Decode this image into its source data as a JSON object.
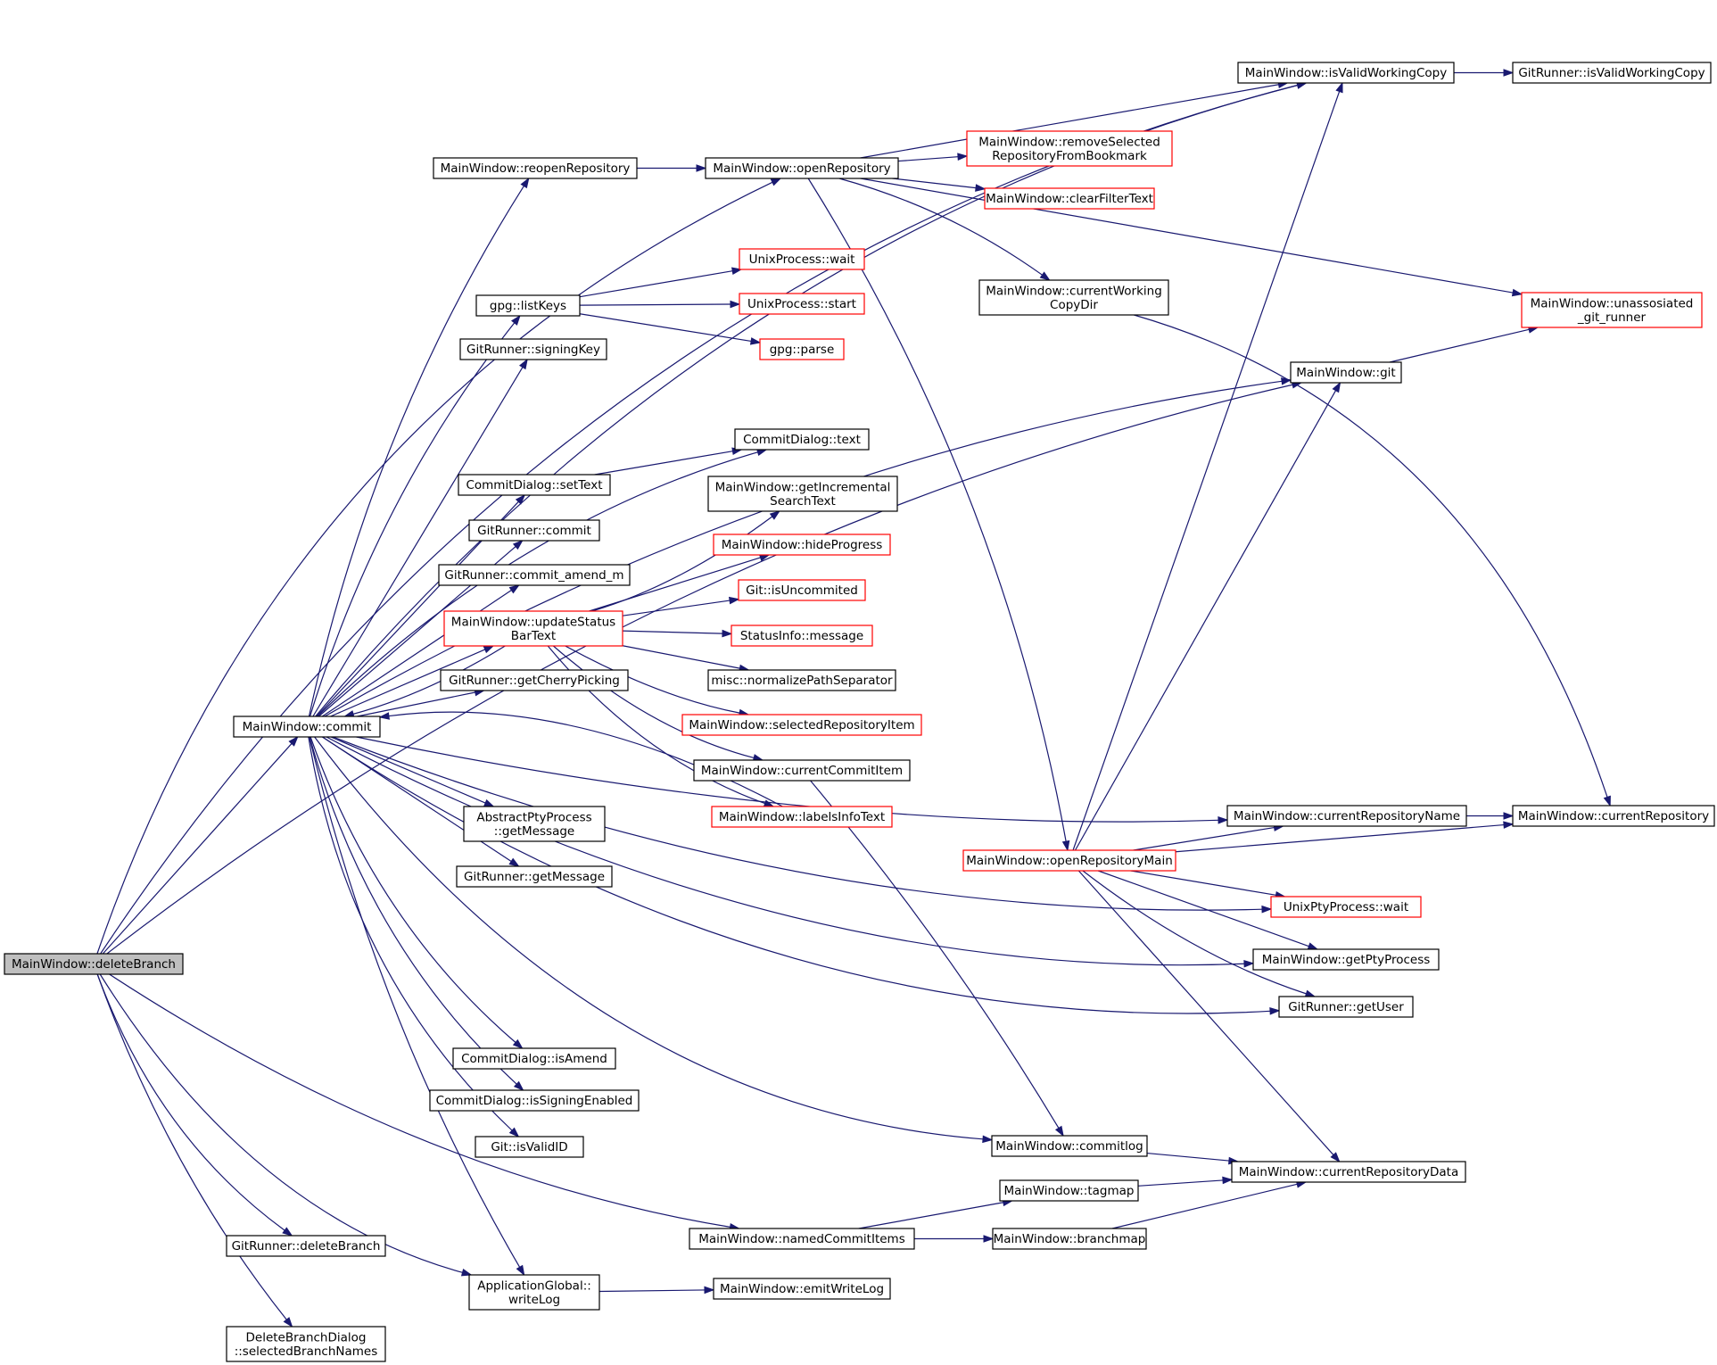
{
  "nodes": {
    "deleteBranch": {
      "lines": [
        "MainWindow::deleteBranch"
      ],
      "style": "root"
    },
    "commit": {
      "lines": [
        "MainWindow::commit"
      ],
      "style": "normal"
    },
    "gitrunner_deleteBranch": {
      "lines": [
        "GitRunner::deleteBranch"
      ],
      "style": "normal"
    },
    "writeLog": {
      "lines": [
        "ApplicationGlobal::",
        "writeLog"
      ],
      "style": "normal"
    },
    "selectedBranchNames": {
      "lines": [
        "DeleteBranchDialog",
        "::selectedBranchNames"
      ],
      "style": "normal"
    },
    "reopenRepository": {
      "lines": [
        "MainWindow::reopenRepository"
      ],
      "style": "normal"
    },
    "listKeys": {
      "lines": [
        "gpg::listKeys"
      ],
      "style": "normal"
    },
    "signingKey": {
      "lines": [
        "GitRunner::signingKey"
      ],
      "style": "normal"
    },
    "setText": {
      "lines": [
        "CommitDialog::setText"
      ],
      "style": "normal"
    },
    "gitrunner_commit": {
      "lines": [
        "GitRunner::commit"
      ],
      "style": "normal"
    },
    "commit_amend_m": {
      "lines": [
        "GitRunner::commit_amend_m"
      ],
      "style": "normal"
    },
    "updateStatusBarText": {
      "lines": [
        "MainWindow::updateStatus",
        "BarText"
      ],
      "style": "red"
    },
    "getCherryPicking": {
      "lines": [
        "GitRunner::getCherryPicking"
      ],
      "style": "normal"
    },
    "abstract_getMessage": {
      "lines": [
        "AbstractPtyProcess",
        "::getMessage"
      ],
      "style": "normal"
    },
    "gitrunner_getMessage": {
      "lines": [
        "GitRunner::getMessage"
      ],
      "style": "normal"
    },
    "isAmend": {
      "lines": [
        "CommitDialog::isAmend"
      ],
      "style": "normal"
    },
    "isSigningEnabled": {
      "lines": [
        "CommitDialog::isSigningEnabled"
      ],
      "style": "normal"
    },
    "isValidID": {
      "lines": [
        "Git::isValidID"
      ],
      "style": "normal"
    },
    "openRepository": {
      "lines": [
        "MainWindow::openRepository"
      ],
      "style": "normal"
    },
    "unix_wait": {
      "lines": [
        "UnixProcess::wait"
      ],
      "style": "red"
    },
    "unix_start": {
      "lines": [
        "UnixProcess::start"
      ],
      "style": "red"
    },
    "gpg_parse": {
      "lines": [
        "gpg::parse"
      ],
      "style": "red"
    },
    "dialog_text": {
      "lines": [
        "CommitDialog::text"
      ],
      "style": "normal"
    },
    "getIncrementalSearchText": {
      "lines": [
        "MainWindow::getIncremental",
        "SearchText"
      ],
      "style": "normal"
    },
    "hideProgress": {
      "lines": [
        "MainWindow::hideProgress"
      ],
      "style": "red"
    },
    "isUncommited": {
      "lines": [
        "Git::isUncommited"
      ],
      "style": "red"
    },
    "status_message": {
      "lines": [
        "StatusInfo::message"
      ],
      "style": "red"
    },
    "normalizePathSeparator": {
      "lines": [
        "misc::normalizePathSeparator"
      ],
      "style": "normal"
    },
    "selectedRepositoryItem": {
      "lines": [
        "MainWindow::selectedRepositoryItem"
      ],
      "style": "red"
    },
    "currentCommitItem": {
      "lines": [
        "MainWindow::currentCommitItem"
      ],
      "style": "normal"
    },
    "labelsInfoText": {
      "lines": [
        "MainWindow::labelsInfoText"
      ],
      "style": "red"
    },
    "namedCommitItems": {
      "lines": [
        "MainWindow::namedCommitItems"
      ],
      "style": "normal"
    },
    "emitWriteLog": {
      "lines": [
        "MainWindow::emitWriteLog"
      ],
      "style": "normal"
    },
    "removeSelected": {
      "lines": [
        "MainWindow::removeSelected",
        "RepositoryFromBookmark"
      ],
      "style": "red"
    },
    "clearFilterText": {
      "lines": [
        "MainWindow::clearFilterText"
      ],
      "style": "red"
    },
    "currentWorkingCopyDir": {
      "lines": [
        "MainWindow::currentWorking",
        "CopyDir"
      ],
      "style": "normal"
    },
    "openRepositoryMain": {
      "lines": [
        "MainWindow::openRepositoryMain"
      ],
      "style": "red"
    },
    "commitlog": {
      "lines": [
        "MainWindow::commitlog"
      ],
      "style": "normal"
    },
    "tagmap": {
      "lines": [
        "MainWindow::tagmap"
      ],
      "style": "normal"
    },
    "branchmap": {
      "lines": [
        "MainWindow::branchmap"
      ],
      "style": "normal"
    },
    "mw_isValidWorkingCopy": {
      "lines": [
        "MainWindow::isValidWorkingCopy"
      ],
      "style": "normal"
    },
    "mw_git": {
      "lines": [
        "MainWindow::git"
      ],
      "style": "normal"
    },
    "currentRepositoryName": {
      "lines": [
        "MainWindow::currentRepositoryName"
      ],
      "style": "normal"
    },
    "pty_wait": {
      "lines": [
        "UnixPtyProcess::wait"
      ],
      "style": "red"
    },
    "getPtyProcess": {
      "lines": [
        "MainWindow::getPtyProcess"
      ],
      "style": "normal"
    },
    "getUser": {
      "lines": [
        "GitRunner::getUser"
      ],
      "style": "normal"
    },
    "currentRepositoryData": {
      "lines": [
        "MainWindow::currentRepositoryData"
      ],
      "style": "normal"
    },
    "gr_isValidWorkingCopy": {
      "lines": [
        "GitRunner::isValidWorkingCopy"
      ],
      "style": "normal"
    },
    "unassosiated_git_runner": {
      "lines": [
        "MainWindow::unassosiated",
        "_git_runner"
      ],
      "style": "red"
    },
    "currentRepository": {
      "lines": [
        "MainWindow::currentRepository"
      ],
      "style": "normal"
    }
  },
  "edges": [
    [
      "deleteBranch",
      "commit"
    ],
    [
      "deleteBranch",
      "gitrunner_deleteBranch"
    ],
    [
      "deleteBranch",
      "writeLog"
    ],
    [
      "deleteBranch",
      "selectedBranchNames"
    ],
    [
      "deleteBranch",
      "mw_isValidWorkingCopy"
    ],
    [
      "deleteBranch",
      "openRepository"
    ],
    [
      "deleteBranch",
      "mw_git"
    ],
    [
      "deleteBranch",
      "namedCommitItems"
    ],
    [
      "commit",
      "reopenRepository"
    ],
    [
      "commit",
      "listKeys"
    ],
    [
      "commit",
      "signingKey"
    ],
    [
      "commit",
      "setText"
    ],
    [
      "commit",
      "gitrunner_commit"
    ],
    [
      "commit",
      "commit_amend_m"
    ],
    [
      "commit",
      "updateStatusBarText"
    ],
    [
      "commit",
      "getCherryPicking"
    ],
    [
      "commit",
      "abstract_getMessage"
    ],
    [
      "commit",
      "gitrunner_getMessage"
    ],
    [
      "commit",
      "isAmend"
    ],
    [
      "commit",
      "isSigningEnabled"
    ],
    [
      "commit",
      "isValidID"
    ],
    [
      "commit",
      "writeLog"
    ],
    [
      "commit",
      "mw_isValidWorkingCopy"
    ],
    [
      "commit",
      "mw_git"
    ],
    [
      "commit",
      "dialog_text"
    ],
    [
      "commit",
      "currentRepositoryName"
    ],
    [
      "commit",
      "pty_wait"
    ],
    [
      "commit",
      "getPtyProcess"
    ],
    [
      "commit",
      "getUser"
    ],
    [
      "commit",
      "commitlog"
    ],
    [
      "updateStatusBarText",
      "commit"
    ],
    [
      "labelsInfoText",
      "commit"
    ],
    [
      "reopenRepository",
      "openRepository"
    ],
    [
      "listKeys",
      "unix_wait"
    ],
    [
      "listKeys",
      "unix_start"
    ],
    [
      "listKeys",
      "gpg_parse"
    ],
    [
      "setText",
      "dialog_text"
    ],
    [
      "updateStatusBarText",
      "getIncrementalSearchText"
    ],
    [
      "updateStatusBarText",
      "hideProgress"
    ],
    [
      "updateStatusBarText",
      "isUncommited"
    ],
    [
      "updateStatusBarText",
      "status_message"
    ],
    [
      "updateStatusBarText",
      "normalizePathSeparator"
    ],
    [
      "updateStatusBarText",
      "selectedRepositoryItem"
    ],
    [
      "updateStatusBarText",
      "currentCommitItem"
    ],
    [
      "updateStatusBarText",
      "labelsInfoText"
    ],
    [
      "writeLog",
      "emitWriteLog"
    ],
    [
      "namedCommitItems",
      "tagmap"
    ],
    [
      "namedCommitItems",
      "branchmap"
    ],
    [
      "openRepository",
      "mw_isValidWorkingCopy"
    ],
    [
      "openRepository",
      "removeSelected"
    ],
    [
      "openRepository",
      "clearFilterText"
    ],
    [
      "openRepository",
      "currentWorkingCopyDir"
    ],
    [
      "openRepository",
      "unassosiated_git_runner"
    ],
    [
      "openRepository",
      "openRepositoryMain"
    ],
    [
      "currentWorkingCopyDir",
      "currentRepository"
    ],
    [
      "currentCommitItem",
      "commitlog"
    ],
    [
      "openRepositoryMain",
      "mw_isValidWorkingCopy"
    ],
    [
      "openRepositoryMain",
      "mw_git"
    ],
    [
      "openRepositoryMain",
      "currentRepositoryName"
    ],
    [
      "openRepositoryMain",
      "currentRepository"
    ],
    [
      "openRepositoryMain",
      "pty_wait"
    ],
    [
      "openRepositoryMain",
      "getPtyProcess"
    ],
    [
      "openRepositoryMain",
      "getUser"
    ],
    [
      "openRepositoryMain",
      "currentRepositoryData"
    ],
    [
      "commitlog",
      "currentRepositoryData"
    ],
    [
      "tagmap",
      "currentRepositoryData"
    ],
    [
      "branchmap",
      "currentRepositoryData"
    ],
    [
      "mw_isValidWorkingCopy",
      "gr_isValidWorkingCopy"
    ],
    [
      "mw_git",
      "unassosiated_git_runner"
    ],
    [
      "currentRepositoryName",
      "currentRepository"
    ]
  ]
}
